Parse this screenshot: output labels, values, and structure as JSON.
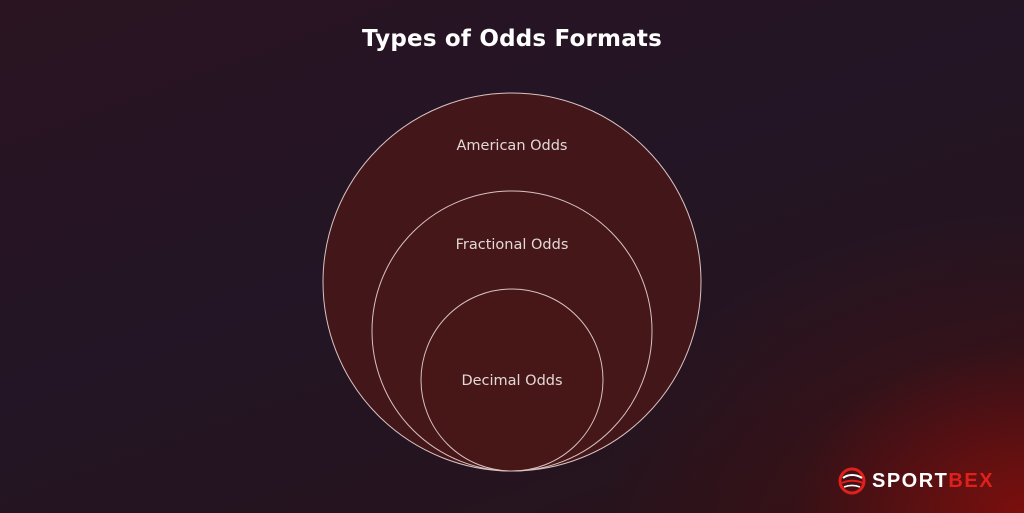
{
  "title": "Types of Odds Formats",
  "diagram": {
    "circles": [
      {
        "label": "American Odds"
      },
      {
        "label": "Fractional Odds"
      },
      {
        "label": "Decimal Odds"
      }
    ]
  },
  "logo": {
    "part1": "SPORT",
    "part2": "BEX"
  },
  "colors": {
    "circle_fill": "#4a1818",
    "circle_stroke": "#d9c2c2",
    "logo_red": "#e0201b"
  }
}
